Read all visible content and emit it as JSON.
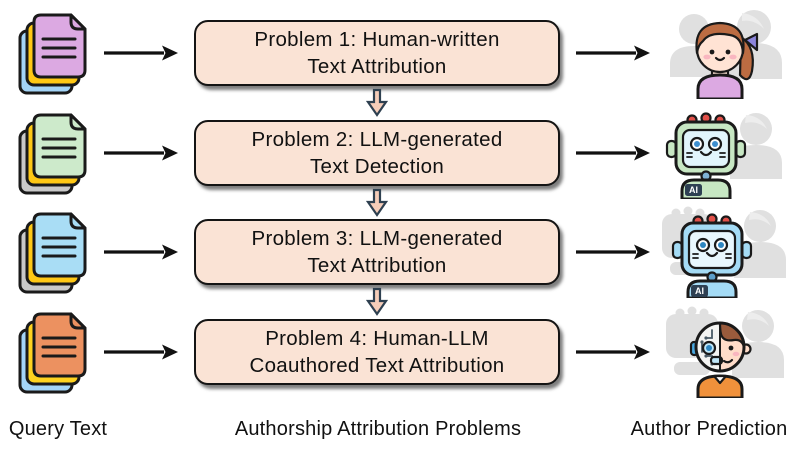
{
  "captions": {
    "query_text": "Query Text",
    "problems": "Authorship Attribution Problems",
    "author_prediction": "Author Prediction"
  },
  "colors": {
    "box_fill": "#FAE3D5",
    "box_border": "#141414",
    "connector_fill": "#F5CDB9",
    "connector_stroke": "#2E4050",
    "silhouette_grey": "#E0E0E0",
    "arrow_black": "#111111"
  },
  "rows": [
    {
      "doc_icon": "document-stack-purple",
      "docs": {
        "front": "#DCA9E2",
        "mid": "#FFC815",
        "back": "#A3D4F7"
      },
      "problem_line1": "Problem 1: Human-written",
      "problem_line2": "Text Attribution",
      "author_icon": "human-author-avatar"
    },
    {
      "doc_icon": "document-stack-green",
      "docs": {
        "front": "#CDEACB",
        "mid": "#FFC815",
        "back": "#C9C9C9"
      },
      "problem_line1": "Problem 2: LLM-generated",
      "problem_line2": "Text Detection",
      "author_icon": "ai-robot-green-avatar",
      "ai_label": "AI"
    },
    {
      "doc_icon": "document-stack-blue",
      "docs": {
        "front": "#A9DDF5",
        "mid": "#FFC815",
        "back": "#C9C9C9"
      },
      "problem_line1": "Problem 3: LLM-generated",
      "problem_line2": "Text Attribution",
      "author_icon": "ai-robot-blue-avatar",
      "ai_label": "AI"
    },
    {
      "doc_icon": "document-stack-orange",
      "docs": {
        "front": "#EC9160",
        "mid": "#FFD21F",
        "back": "#A3D4F7"
      },
      "problem_line1": "Problem 4: Human-LLM",
      "problem_line2": "Coauthored Text Attribution",
      "author_icon": "human-llm-cyborg-avatar"
    }
  ]
}
